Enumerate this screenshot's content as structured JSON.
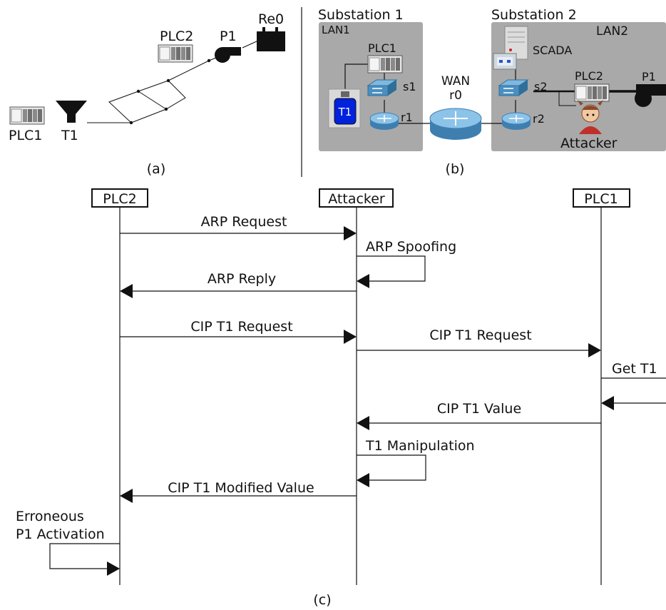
{
  "panel_a": {
    "caption": "(a)",
    "nodes": {
      "plc1": "PLC1",
      "t1": "T1",
      "plc2": "PLC2",
      "p1": "P1",
      "re0": "Re0"
    }
  },
  "panel_b": {
    "caption": "(b)",
    "substation1": {
      "title": "Substation 1",
      "lan": "LAN1",
      "plc": "PLC1",
      "tank": "T1",
      "switch": "s1",
      "router": "r1"
    },
    "wan": {
      "title": "WAN",
      "router": "r0"
    },
    "substation2": {
      "title": "Substation 2",
      "lan": "LAN2",
      "scada": "SCADA",
      "switch": "s2",
      "plc": "PLC2",
      "pump": "P1",
      "router": "r2",
      "attacker": "Attacker"
    }
  },
  "panel_c": {
    "caption": "(c)",
    "participants": {
      "plc2": "PLC2",
      "attacker": "Attacker",
      "plc1": "PLC1"
    },
    "messages": {
      "arp_request": "ARP Request",
      "arp_spoofing": "ARP Spoofing",
      "arp_reply": "ARP Reply",
      "cip_req_1": "CIP T1 Request",
      "cip_req_2": "CIP T1 Request",
      "get_t1": "Get T1",
      "cip_value": "CIP T1 Value",
      "t1_manip": "T1 Manipulation",
      "cip_modified": "CIP T1 Modified Value",
      "erroneous_1": "Erroneous",
      "erroneous_2": "P1 Activation"
    }
  },
  "colors": {
    "substation_bg": "#a9a9a9",
    "device_blue": "#4a8fc0",
    "tank_blue": "#0022dd"
  }
}
